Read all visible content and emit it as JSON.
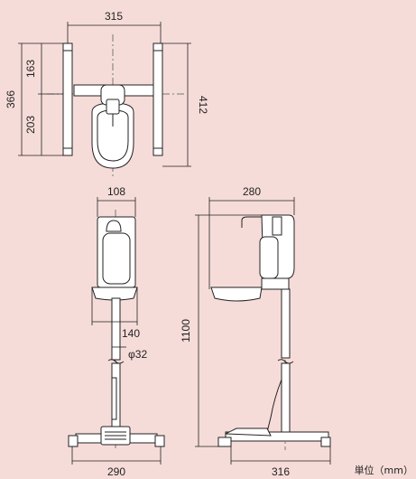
{
  "dimensions": {
    "top_width": "315",
    "top_upper": "163",
    "top_lower": "203",
    "top_total_left": "366",
    "top_total_right": "412",
    "front_head_width": "108",
    "front_basin_width": "140",
    "pole_diameter": "φ32",
    "front_base_width": "290",
    "side_head_width": "280",
    "height": "1100",
    "side_base_width": "316"
  },
  "unit_label": "単位（mm）",
  "colors": {
    "background": "#f6dcd9",
    "line": "#222222",
    "fill": "#ffffff",
    "centerline": "#777777"
  }
}
